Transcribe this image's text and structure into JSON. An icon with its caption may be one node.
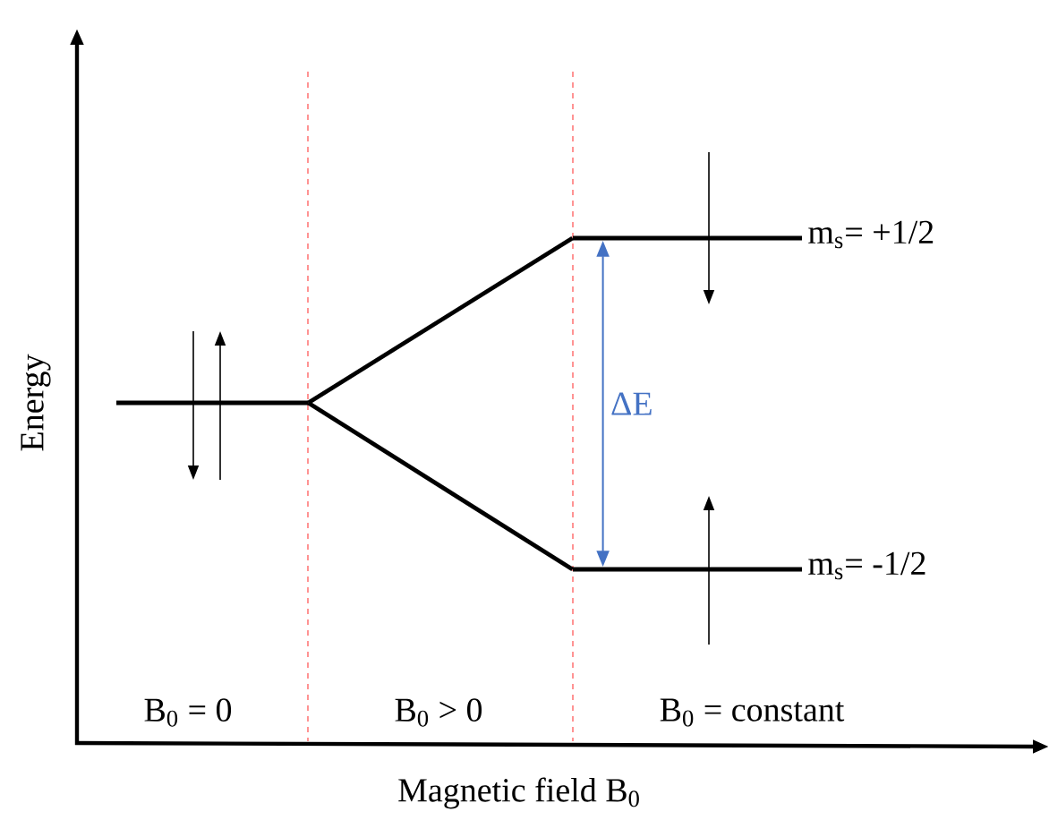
{
  "diagram": {
    "nodes": [
      {
        "text": [],
        "shape": "bar"
      },
      {
        "text": [],
        "shape": "bar",
        "beside": [
          "m$_{s}$= +1/2"
        ]
      },
      {
        "text": [],
        "shape": "bar",
        "beside": [
          "m$_{s}$= -1/2"
        ]
      }
    ],
    "edges": [
      {
        "from": 0,
        "to": 1,
        "arrow": "none"
      },
      {
        "from": 0,
        "to": 2,
        "arrow": "none"
      },
      {
        "from": 1,
        "to": 2,
        "arrow": "both",
        "label": "ΔE",
        "color": "#4472c4"
      }
    ],
    "labels": [
      "Energy",
      "B$_{0}$ = 0",
      "B$_{0}$ > 0",
      "B$_{0}$ = constant",
      "Magnetic field B$_{0}$"
    ]
  }
}
